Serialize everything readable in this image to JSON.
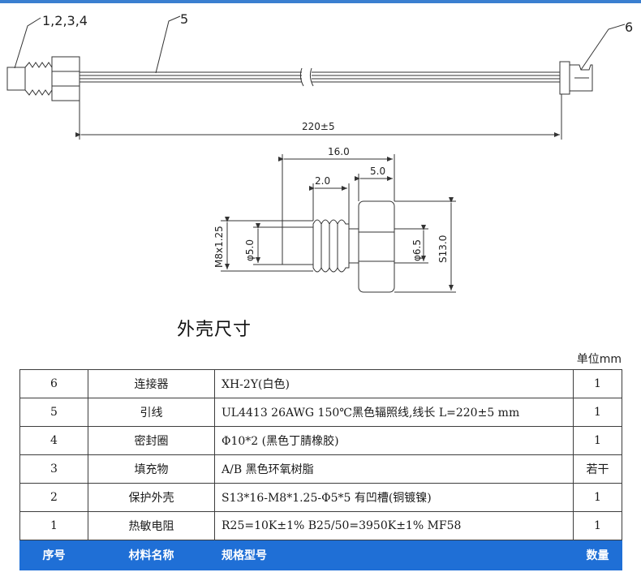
{
  "callouts": {
    "parts_1_4": "1,2,3,4",
    "part_5": "5",
    "part_6": "6"
  },
  "dimensions": {
    "overall_length": "220±5",
    "body_length": "16.0",
    "hex_length": "5.0",
    "step_length": "2.0",
    "thread": "M8x1.25",
    "tip_diameter": "φ5.0",
    "bore_diameter": "φ6.5",
    "hex_size": "S13.0"
  },
  "section_title": "外壳尺寸",
  "unit_label": "单位mm",
  "table": {
    "rows": [
      {
        "no": "6",
        "name": "连接器",
        "spec": "XH-2Y(白色)",
        "qty": "1"
      },
      {
        "no": "5",
        "name": "引线",
        "spec": "UL4413 26AWG 150℃黑色辐照线,线长 L=220±5 mm",
        "qty": "1"
      },
      {
        "no": "4",
        "name": "密封圈",
        "spec": "Φ10*2 (黑色丁腈橡胶)",
        "qty": "1"
      },
      {
        "no": "3",
        "name": "填充物",
        "spec": "A/B 黑色环氧树脂",
        "qty": "若干"
      },
      {
        "no": "2",
        "name": "保护外壳",
        "spec": "S13*16-M8*1.25-Φ5*5 有凹槽(铜镀镍)",
        "qty": "1"
      },
      {
        "no": "1",
        "name": "热敏电阻",
        "spec": "R25=10K±1%    B25/50=3950K±1%    MF58",
        "qty": "1"
      }
    ],
    "header": {
      "no": "序号",
      "name": "材料名称",
      "spec": "规格型号",
      "qty": "数量"
    }
  }
}
